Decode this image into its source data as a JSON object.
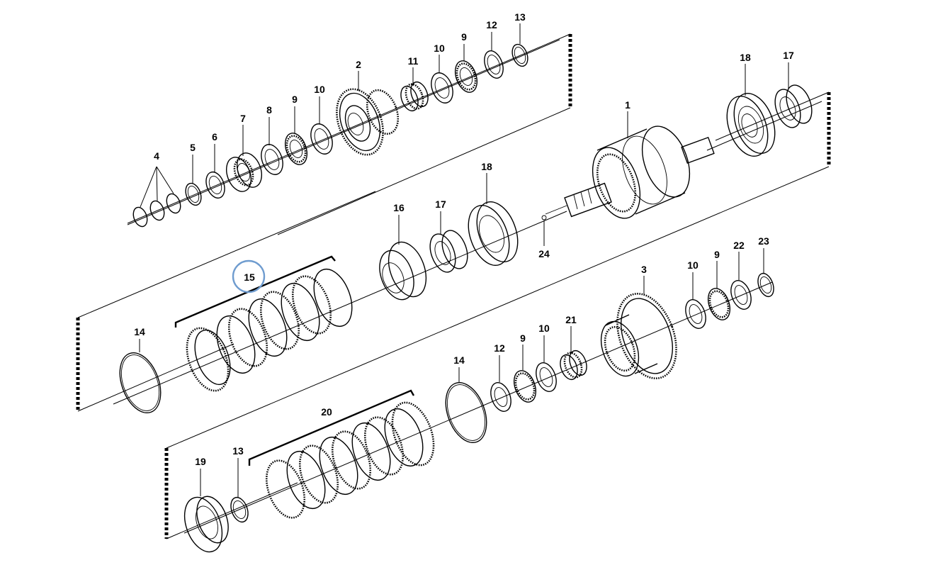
{
  "diagram": {
    "labels": {
      "p1": "1",
      "p2": "2",
      "p3": "3",
      "p4": "4",
      "p5": "5",
      "p6": "6",
      "p7": "7",
      "p8": "8",
      "p9a": "9",
      "p10a": "10",
      "p11": "11",
      "p10b": "10",
      "p9b": "9",
      "p12a": "12",
      "p13a": "13",
      "p18a": "18",
      "p17a": "17",
      "p16": "16",
      "p17b": "17",
      "p18b": "18",
      "p24": "24",
      "p15": "15",
      "p14a": "14",
      "p10c": "10",
      "p9c": "9",
      "p22": "22",
      "p23": "23",
      "p21": "21",
      "p10d": "10",
      "p9d": "9",
      "p12b": "12",
      "p14b": "14",
      "p20": "20",
      "p19": "19",
      "p13b": "13"
    },
    "highlighted_label": "15",
    "highlight_color": "#6f9ccf"
  }
}
